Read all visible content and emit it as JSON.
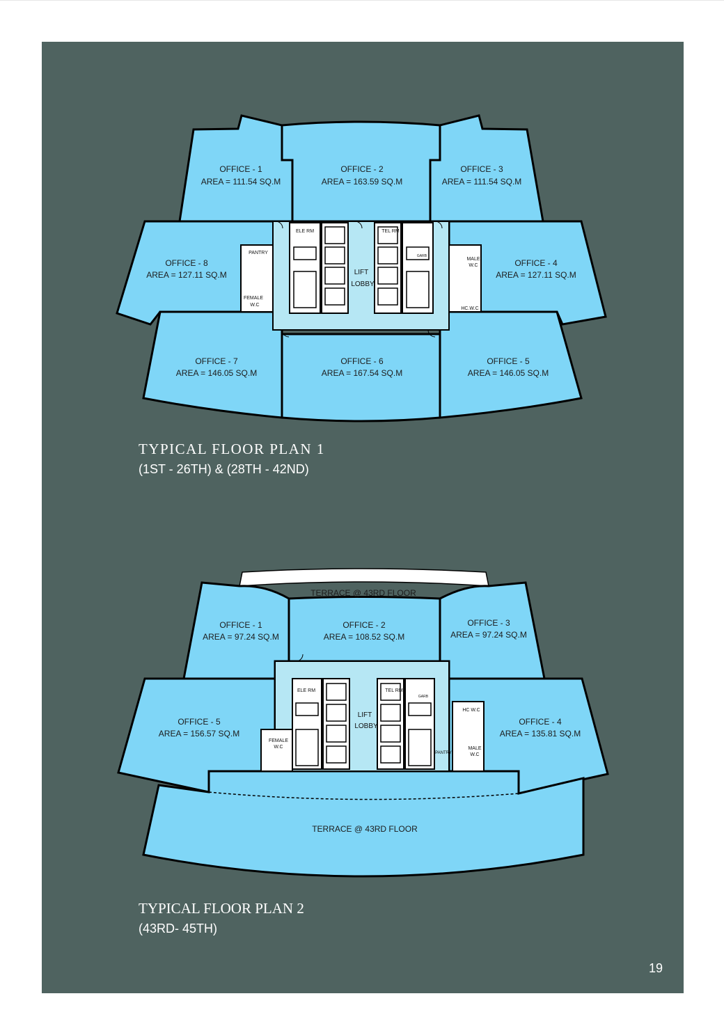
{
  "plan1": {
    "title": "TYPICAL  FLOOR  PLAN  1",
    "subtitle": "(1ST - 26TH) & (28TH - 42ND)",
    "offices": [
      {
        "name": "OFFICE - 1",
        "area": "AREA = 111.54 SQ.M"
      },
      {
        "name": "OFFICE - 2",
        "area": "AREA = 163.59 SQ.M"
      },
      {
        "name": "OFFICE - 3",
        "area": "AREA = 111.54 SQ.M"
      },
      {
        "name": "OFFICE - 4",
        "area": "AREA = 127.11 SQ.M"
      },
      {
        "name": "OFFICE - 5",
        "area": "AREA = 146.05 SQ.M"
      },
      {
        "name": "OFFICE - 6",
        "area": "AREA = 167.54 SQ.M"
      },
      {
        "name": "OFFICE - 7",
        "area": "AREA = 146.05 SQ.M"
      },
      {
        "name": "OFFICE - 8",
        "area": "AREA = 127.11 SQ.M"
      }
    ],
    "core": {
      "lift_line1": "LIFT",
      "lift_line2": "LOBBY",
      "ele_rm": "ELE RM",
      "tel_rm": "TEL RM",
      "garb": "GARB",
      "pantry": "PANTRY",
      "female_line1": "FEMALE",
      "female_line2": "W.C",
      "male_line1": "MALE",
      "male_line2": "W.C",
      "hc_wc": "HC.W.C"
    }
  },
  "plan2": {
    "title": "TYPICAL FLOOR PLAN 2",
    "subtitle": "(43RD- 45TH)",
    "terrace_top": "TERRACE @ 43RD FLOOR",
    "terrace_bottom": "TERRACE @ 43RD FLOOR",
    "offices": [
      {
        "name": "OFFICE - 1",
        "area": "AREA = 97.24 SQ.M"
      },
      {
        "name": "OFFICE - 2",
        "area": "AREA = 108.52 SQ.M"
      },
      {
        "name": "OFFICE - 3",
        "area": "AREA = 97.24 SQ.M"
      },
      {
        "name": "OFFICE - 4",
        "area": "AREA = 135.81 SQ.M"
      },
      {
        "name": "OFFICE - 5",
        "area": "AREA = 156.57 SQ.M"
      }
    ],
    "core": {
      "lift_line1": "LIFT",
      "lift_line2": "LOBBY",
      "ele_rm": "ELE RM",
      "tel_rm": "TEL RM",
      "garb": "GARB",
      "pantry": "PANTRY",
      "female_line1": "FEMALE",
      "female_line2": "W.C",
      "male_line1": "MALE",
      "male_line2": "W.C",
      "hc_wc": "HC W.C"
    }
  },
  "page_number": "19",
  "colors": {
    "background_panel": "#4f6360",
    "office_fill": "#7fd6f7",
    "core_fill": "#b6e7f4",
    "text_light": "#ffffff"
  }
}
